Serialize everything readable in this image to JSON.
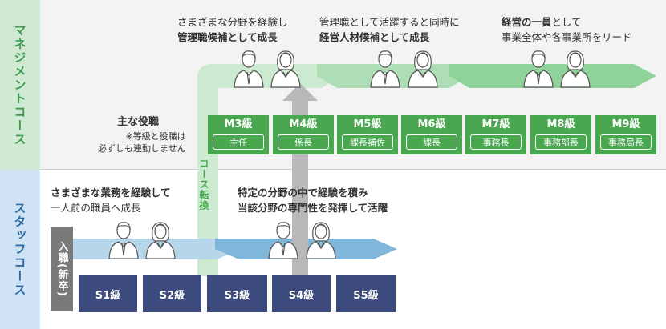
{
  "sidebar": {
    "management_course": "マネジメントコース",
    "staff_course": "スタッフコース"
  },
  "captions": {
    "c1_line1": "さまざまな分野を経験し",
    "c1_line2": "管理職候補として成長",
    "c2_line1": "管理職として活躍すると同時に",
    "c2_line2": "経営人材候補として成長",
    "c3_line1_bold": "経営の一員",
    "c3_line1_rest": "として",
    "c3_line2": "事業全体や各事業所をリード",
    "roles_title": "主な役職",
    "roles_note1": "※等級と役職は",
    "roles_note2": "必ずしも連動しません",
    "s1_line1": "さまざまな業務を経験して",
    "s1_line2": "一人前の職員へ成長",
    "s2_line1": "特定の分野の中で経験を積み",
    "s2_line2": "当該分野の専門性を発揮して活躍"
  },
  "course_switch": "コース転換",
  "entry_label": "入職(新卒)",
  "management_levels": [
    {
      "level": "M3級",
      "role": "主任"
    },
    {
      "level": "M4級",
      "role": "係長"
    },
    {
      "level": "M5級",
      "role": "課長補佐"
    },
    {
      "level": "M6級",
      "role": "課長"
    },
    {
      "level": "M7級",
      "role": "事務長"
    },
    {
      "level": "M8級",
      "role": "事務部長"
    },
    {
      "level": "M9級",
      "role": "事務局長"
    }
  ],
  "staff_levels": [
    "S1級",
    "S2級",
    "S3級",
    "S4級",
    "S5級"
  ],
  "colors": {
    "management_green": "#48a74f",
    "staff_navy": "#3c4a7d",
    "management_side": "#cfe9d3",
    "staff_side": "#cfe3f4",
    "arrow_green": "#8fd29a",
    "arrow_blue": "#7fb6d9",
    "entry_gray": "#7a7a7a"
  },
  "icons": [
    "person-male-icon",
    "person-female-icon"
  ]
}
